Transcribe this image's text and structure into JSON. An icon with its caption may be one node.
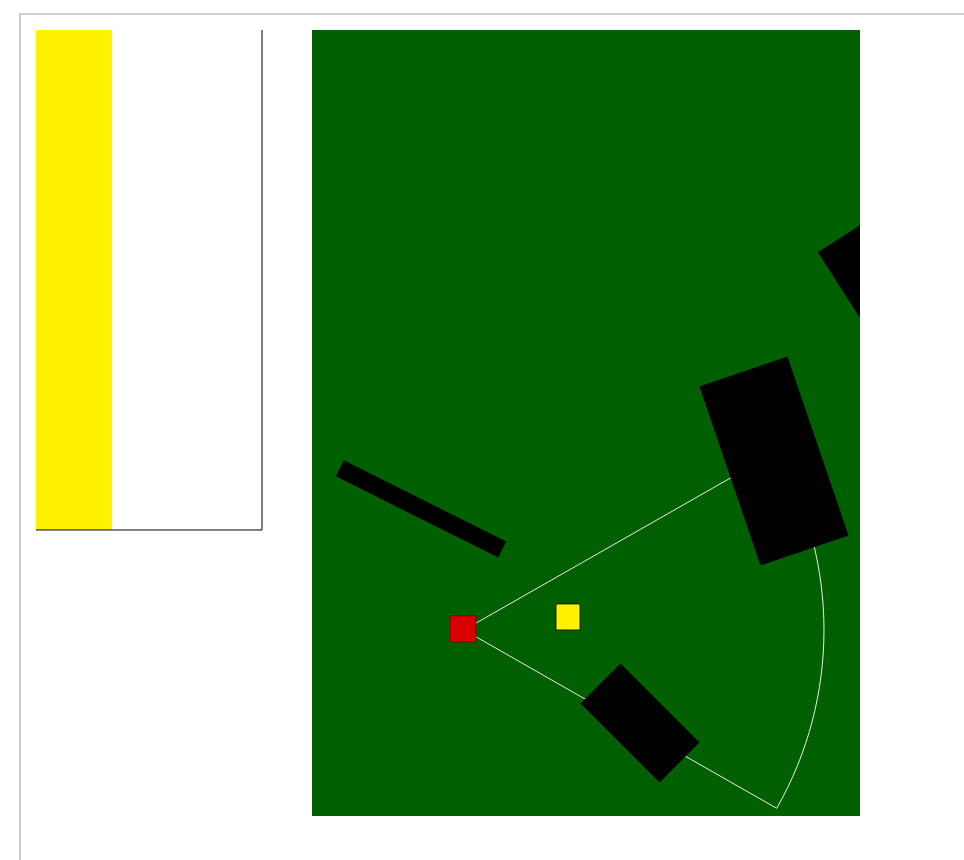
{
  "diagram": {
    "nodes": [
      {
        "text": [],
        "shape": "bar"
      },
      {
        "text": [],
        "shape": "box"
      },
      {
        "text": [],
        "shape": "box"
      },
      {
        "text": [],
        "shape": "box"
      },
      {
        "text": [],
        "shape": "box"
      },
      {
        "text": [],
        "shape": "box"
      },
      {
        "text": [],
        "shape": "box"
      }
    ]
  }
}
